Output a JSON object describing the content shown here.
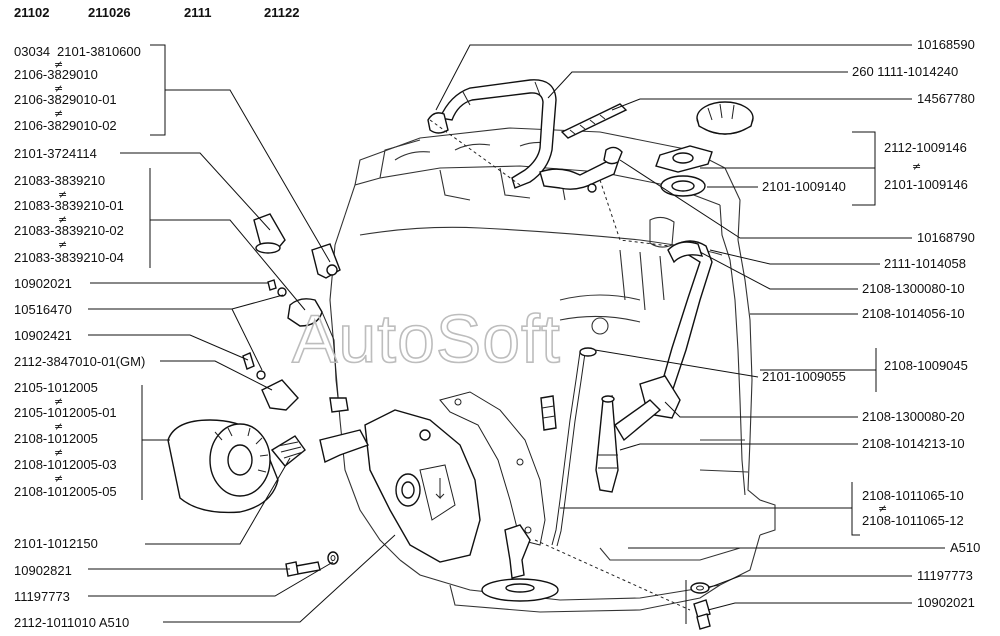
{
  "header": {
    "models": [
      "21102",
      "211026",
      "2111",
      "21122"
    ]
  },
  "watermark": "AutoSoft",
  "left_labels": [
    "03034",
    "2101-3810600",
    "2106-3829010",
    "2106-3829010-01",
    "2106-3829010-02",
    "2101-3724114",
    "21083-3839210",
    "21083-3839210-01",
    "21083-3839210-02",
    "21083-3839210-04",
    "10902021",
    "10516470",
    "10902421",
    "2112-3847010-01(GM)",
    "2105-1012005",
    "2105-1012005-01",
    "2108-1012005",
    "2108-1012005-03",
    "2108-1012005-05",
    "2101-1012150",
    "10902821",
    "11197773",
    "2112-1011010 A510"
  ],
  "right_labels": [
    "10168590",
    "260 1111-1014240",
    "14567780",
    "2112-1009146",
    "2101-1009140",
    "2101-1009146",
    "10168790",
    "2111-1014058",
    "2108-1300080-10",
    "2108-1014056-10",
    "2101-1009055",
    "2108-1009045",
    "2108-1300080-20",
    "2108-1014213-10",
    "2108-1011065-10",
    "2108-1011065-12",
    "A510",
    "11197773",
    "10902021"
  ],
  "alt_symbol": "≠"
}
